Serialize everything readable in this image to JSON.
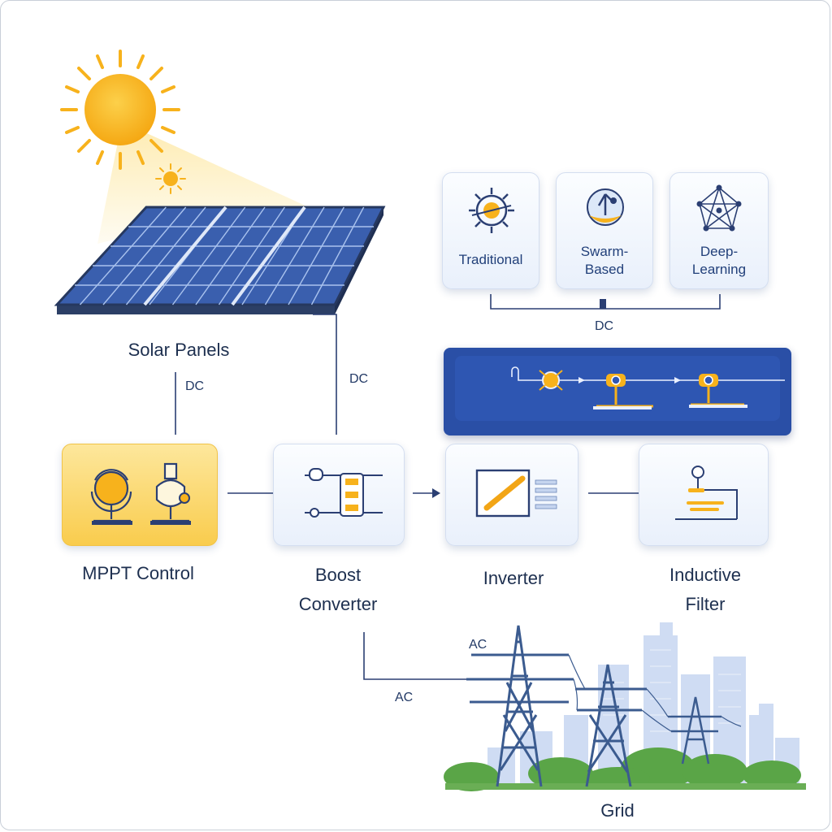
{
  "labels": {
    "solar_panels": "Solar Panels",
    "mppt_control": "MPPT Control",
    "boost_line1": "Boost",
    "boost_line2": "Converter",
    "inverter": "Inverter",
    "inductive_line1": "Inductive",
    "inductive_line2": "Filter",
    "grid": "Grid"
  },
  "algorithms": [
    {
      "line1": "Traditional",
      "line2": ""
    },
    {
      "line1": "Swarm-",
      "line2": "Based"
    },
    {
      "line1": "Deep-",
      "line2": "Learning"
    }
  ],
  "signals": {
    "dc_left": "DC",
    "dc_mid": "DC",
    "dc_algorithms": "DC",
    "ac_upper": "AC",
    "ac_lower": "AC"
  },
  "colors": {
    "accent_blue": "#2a4fa6",
    "sun_yellow": "#f7b21c",
    "panel_blue": "#2f5cae",
    "mppt_gold": "#f9cc4d",
    "tower_blue": "#3b5b8f",
    "tree_green": "#5aa547"
  },
  "icons": {
    "sun": "sun-icon",
    "traditional": "gear-icon",
    "swarm": "swarm-icon",
    "deep_learning": "neural-network-icon",
    "mppt": "sensor-icon",
    "boost": "converter-icon",
    "inverter": "inverter-icon",
    "filter": "filter-icon"
  }
}
